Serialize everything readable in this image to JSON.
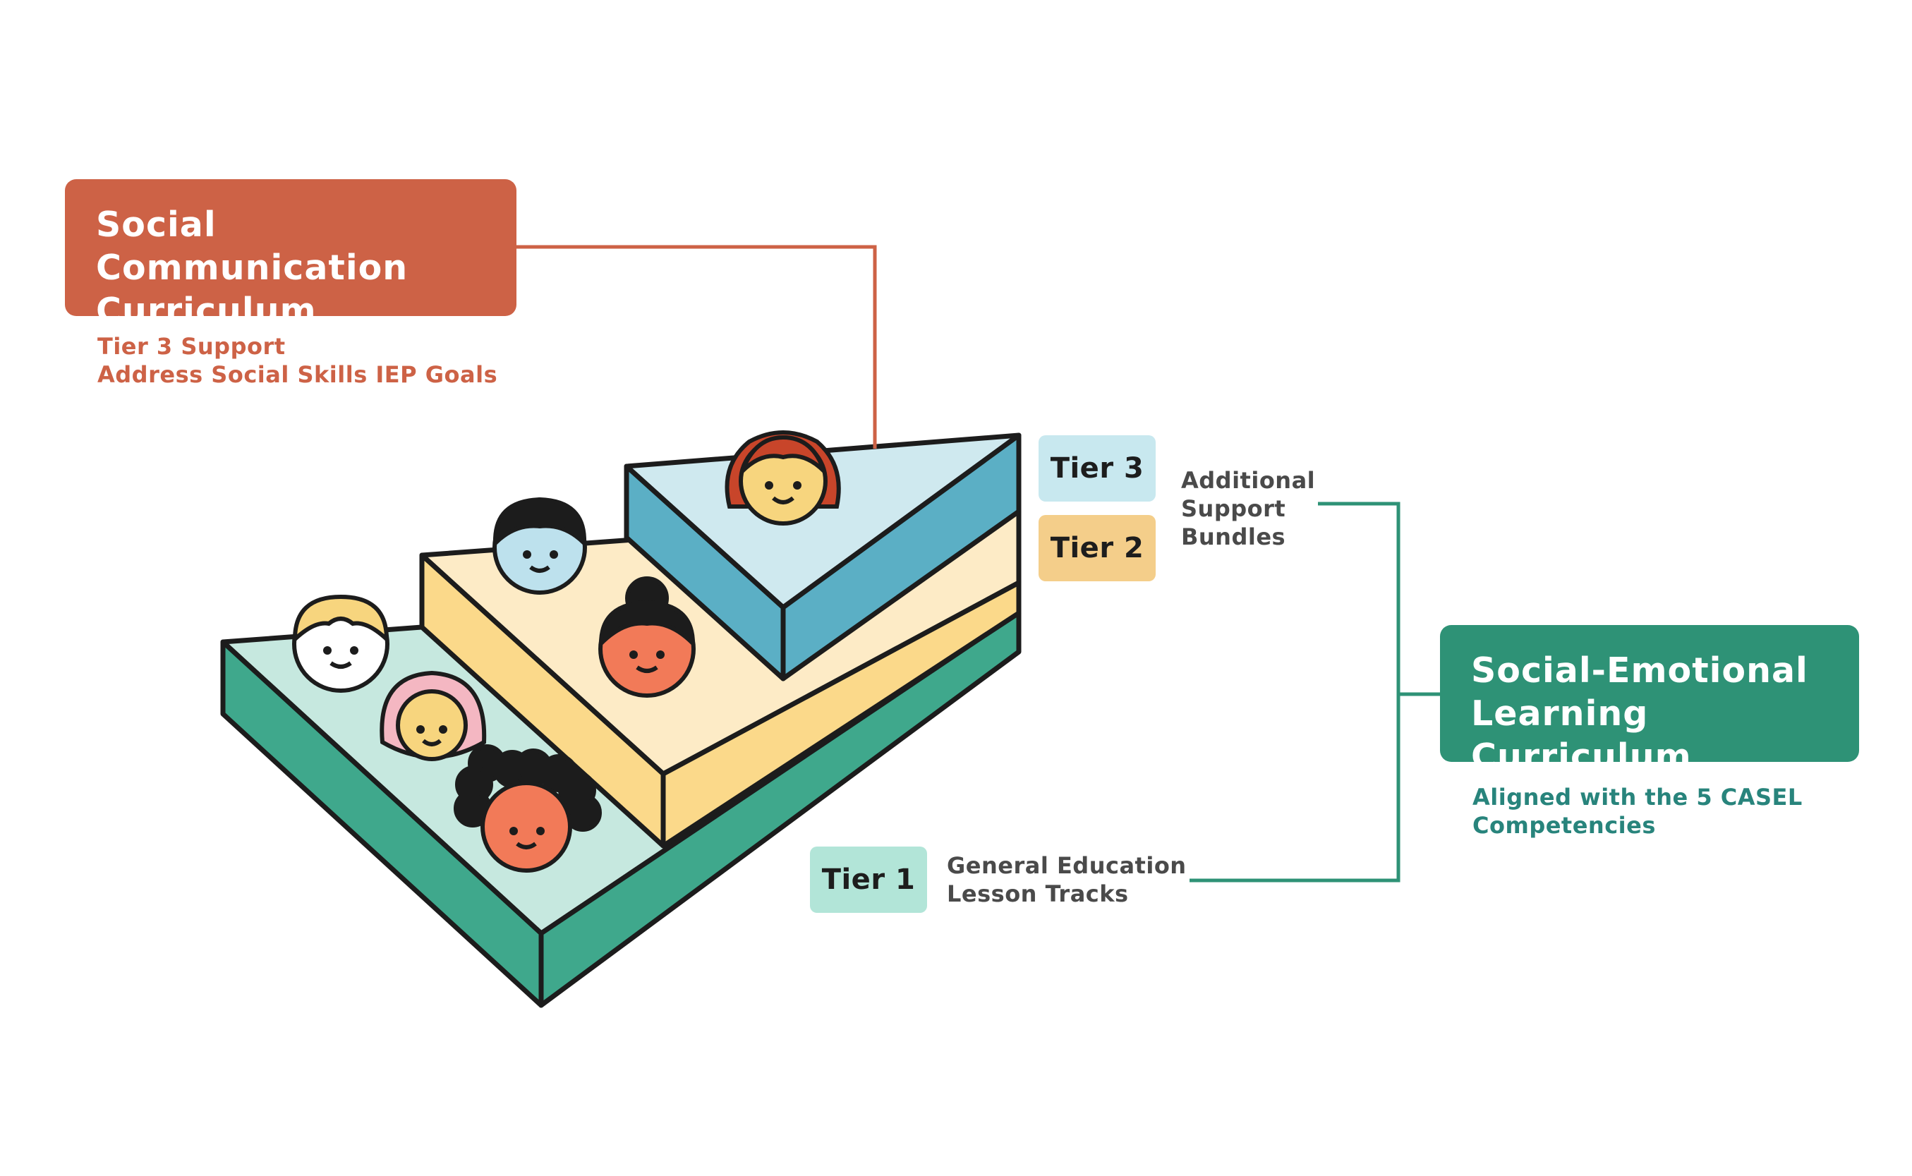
{
  "colors": {
    "social_communication": "#cd6246",
    "social_emotional": "#2e9276",
    "tier1": "#b2e5d8",
    "tier2": "#f4ce8a",
    "tier3": "#c8e8ef"
  },
  "social_communication": {
    "title_line1": "Social Communication",
    "title_line2": "Curriculum",
    "subtitle_line1": "Tier 3 Support",
    "subtitle_line2": "Address Social Skills IEP Goals"
  },
  "social_emotional": {
    "title_line1": "Social-Emotional",
    "title_line2": "Learning Curriculum",
    "subtitle_line1": "Aligned with the 5 CASEL",
    "subtitle_line2": "Competencies"
  },
  "tiers": {
    "tier3_label": "Tier 3",
    "tier2_label": "Tier 2",
    "tier1_label": "Tier 1",
    "tier23_note_line1": "Additional",
    "tier23_note_line2": "Support",
    "tier23_note_line3": "Bundles",
    "tier1_note_line1": "General Education",
    "tier1_note_line2": "Lesson Tracks"
  },
  "icons": [
    "student-face-icon",
    "tiered-pyramid-illustration"
  ]
}
